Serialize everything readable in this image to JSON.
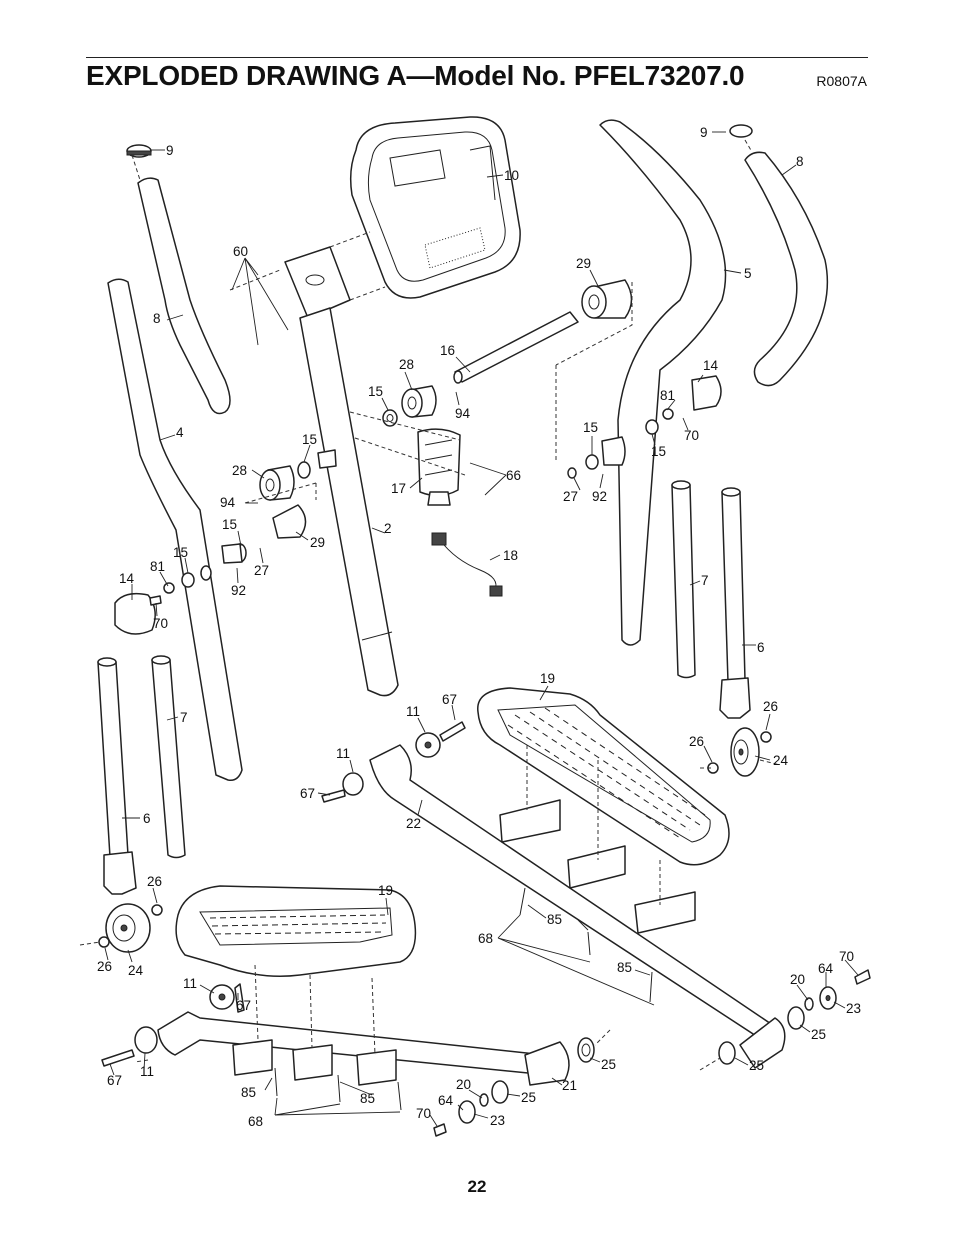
{
  "header": {
    "title": "EXPLODED DRAWING A—Model No. PFEL73207.0",
    "drawing_ref": "R0807A"
  },
  "page_number": "22",
  "callouts": {
    "c9a": "9",
    "c9b": "9",
    "c10": "10",
    "c60": "60",
    "c8a": "8",
    "c8b": "8",
    "c5": "5",
    "c29a": "29",
    "c29b": "29",
    "c16": "16",
    "c28a": "28",
    "c28b": "28",
    "c15a": "15",
    "c15b": "15",
    "c15c": "15",
    "c15d": "15",
    "c15e": "15",
    "c94a": "94",
    "c94b": "94",
    "c14a": "14",
    "c14b": "14",
    "c81a": "81",
    "c81b": "81",
    "c70a": "70",
    "c70b": "70",
    "c70c": "70",
    "c70d": "70",
    "c4": "4",
    "c2": "2",
    "c17": "17",
    "c66": "66",
    "c27a": "27",
    "c27b": "27",
    "c92a": "92",
    "c92b": "92",
    "c18": "18",
    "c7a": "7",
    "c7b": "7",
    "c6a": "6",
    "c6b": "6",
    "c19a": "19",
    "c19b": "19",
    "c67a": "67",
    "c67b": "67",
    "c67c": "67",
    "c67d": "67",
    "c11a": "11",
    "c11b": "11",
    "c11c": "11",
    "c11d": "11",
    "c22": "22",
    "c26a": "26",
    "c26b": "26",
    "c26c": "26",
    "c26d": "26",
    "c24a": "24",
    "c24b": "24",
    "c68a": "68",
    "c68b": "68",
    "c85a": "85",
    "c85b": "85",
    "c85c": "85",
    "c85d": "85",
    "c20a": "20",
    "c20b": "20",
    "c64a": "64",
    "c64b": "64",
    "c23a": "23",
    "c23b": "23",
    "c25a": "25",
    "c25b": "25",
    "c25c": "25",
    "c25d": "25",
    "c21": "21"
  }
}
